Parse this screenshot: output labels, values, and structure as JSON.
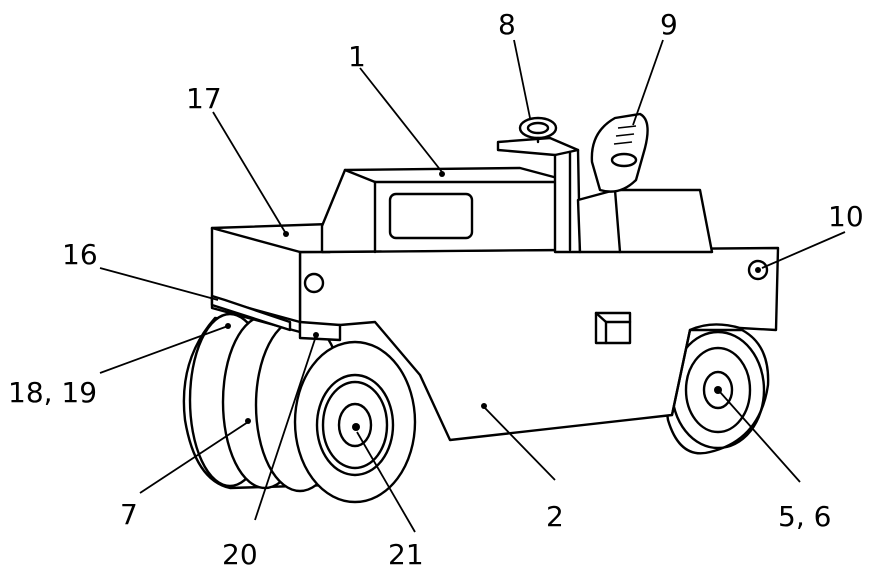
{
  "diagram": {
    "labels": {
      "roof": "1",
      "chassis": "2",
      "rear_wheel": "5, 6",
      "front_wheels": "7",
      "steering_wheel": "8",
      "seat": "9",
      "lamp": "10",
      "bracket": "16",
      "front_hood": "17",
      "pivot": "18, 19",
      "mount": "20",
      "front_hub": "21"
    }
  }
}
